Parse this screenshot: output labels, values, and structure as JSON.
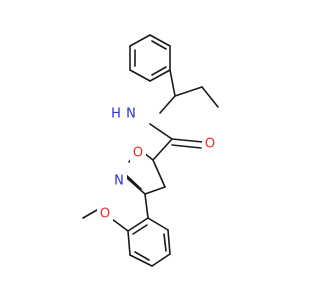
{
  "atoms": {
    "amide_h": "H",
    "amide_n": "N",
    "carbonyl_o": "O",
    "ring_o": "O",
    "ring_n": "N",
    "ether_o": "O"
  },
  "colors": {
    "bond": "#1a1a1a",
    "oxygen": "#e8292b",
    "nitrogen": "#2b2bd9",
    "background": "#ffffff"
  }
}
